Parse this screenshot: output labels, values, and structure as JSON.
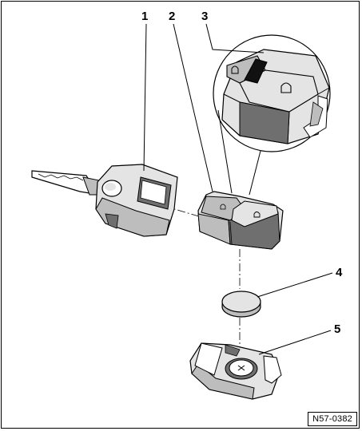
{
  "callouts": [
    {
      "label": "1"
    },
    {
      "label": "2"
    },
    {
      "label": "3"
    },
    {
      "label": "4"
    },
    {
      "label": "5"
    }
  ],
  "reference_code": "N57-0382",
  "colors": {
    "line": "#000000",
    "shade_light": "#e4e4e4",
    "shade_mid": "#bdbdbd",
    "shade_dark": "#6f6f6f",
    "background": "#ffffff"
  }
}
